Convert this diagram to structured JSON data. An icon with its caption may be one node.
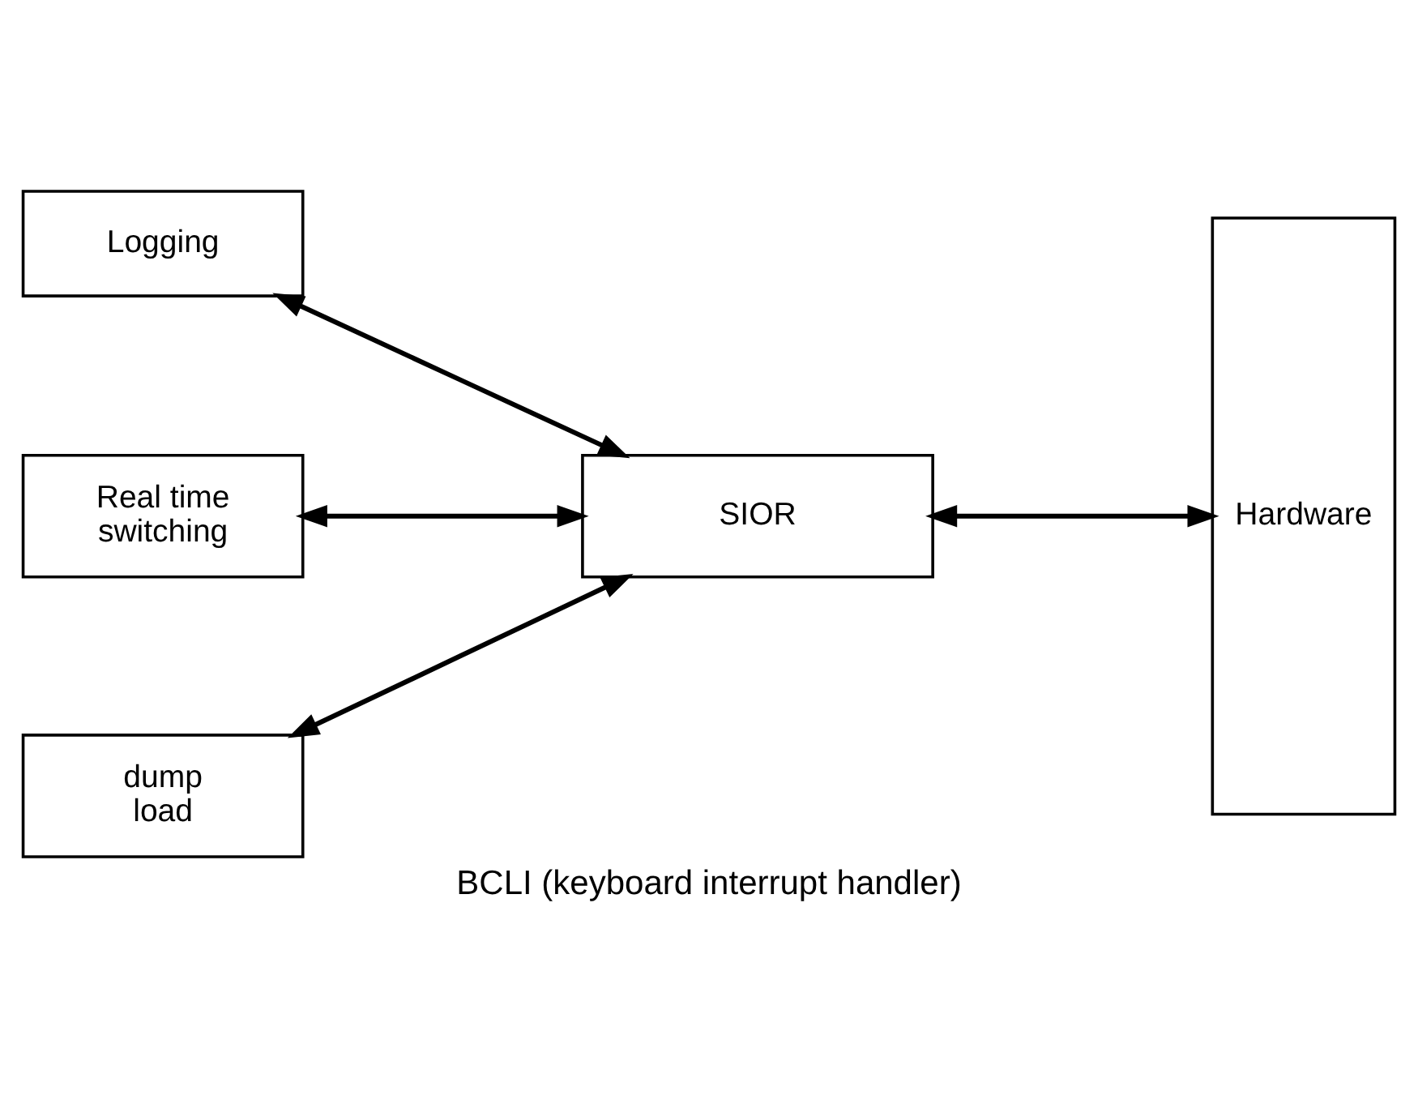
{
  "diagram": {
    "caption": "BCLI (keyboard interrupt handler)",
    "nodes": [
      {
        "text": [
          "Logging"
        ]
      },
      {
        "text": [
          "Real time switching"
        ]
      },
      {
        "text": [
          "dump load"
        ]
      },
      {
        "text": [
          "SIOR"
        ]
      },
      {
        "text": [
          "Hardware"
        ]
      }
    ],
    "edges": [
      {
        "from": 0,
        "to": 3,
        "arrow": "both"
      },
      {
        "from": 1,
        "to": 3,
        "arrow": "both"
      },
      {
        "from": 2,
        "to": 3,
        "arrow": "both"
      },
      {
        "from": 3,
        "to": 4,
        "arrow": "both"
      }
    ]
  }
}
